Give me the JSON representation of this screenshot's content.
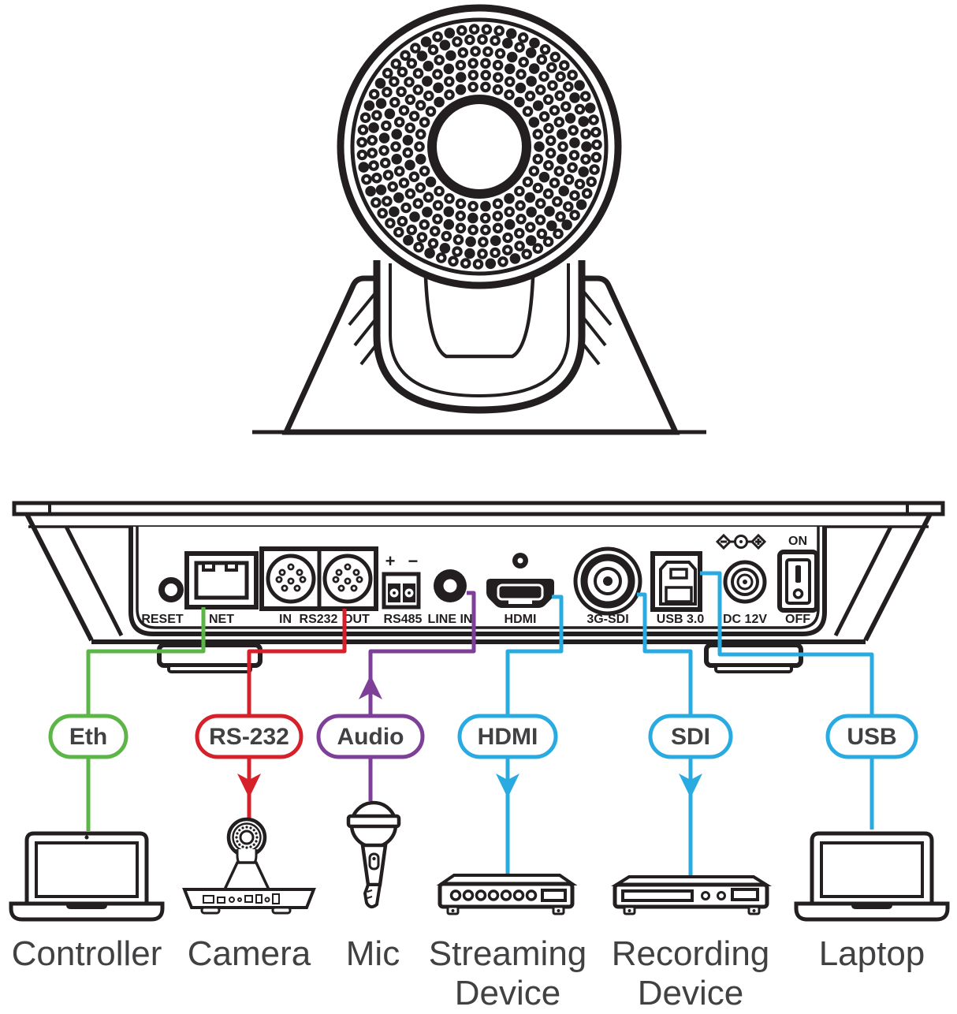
{
  "rear_panel": {
    "reset": "RESET",
    "net": "NET",
    "in": "IN",
    "rs232": "RS232",
    "out": "OUT",
    "rs485": "RS485",
    "polarity": "+ −",
    "line_in": "LINE IN",
    "hdmi": "HDMI",
    "sdi": "3G-SDI",
    "usb": "USB 3.0",
    "dc": "DC 12V",
    "on": "ON",
    "off": "OFF"
  },
  "colors": {
    "ink": "#231f20",
    "label_text": "#414042",
    "eth": "#5cb647",
    "rs232": "#d6212b",
    "audio": "#7e3f98",
    "video": "#29abe2"
  },
  "connections": [
    {
      "badge": "Eth",
      "from_port": "NET",
      "device_lines": [
        "Controller"
      ]
    },
    {
      "badge": "RS-232",
      "from_port": "OUT",
      "device_lines": [
        "Camera"
      ]
    },
    {
      "badge": "Audio",
      "from_port": "LINE IN",
      "device_lines": [
        "Mic"
      ]
    },
    {
      "badge": "HDMI",
      "from_port": "HDMI",
      "device_lines": [
        "Streaming",
        "Device"
      ]
    },
    {
      "badge": "SDI",
      "from_port": "3G-SDI",
      "device_lines": [
        "Recording",
        "Device"
      ]
    },
    {
      "badge": "USB",
      "from_port": "USB 3.0",
      "device_lines": [
        "Laptop"
      ]
    }
  ]
}
